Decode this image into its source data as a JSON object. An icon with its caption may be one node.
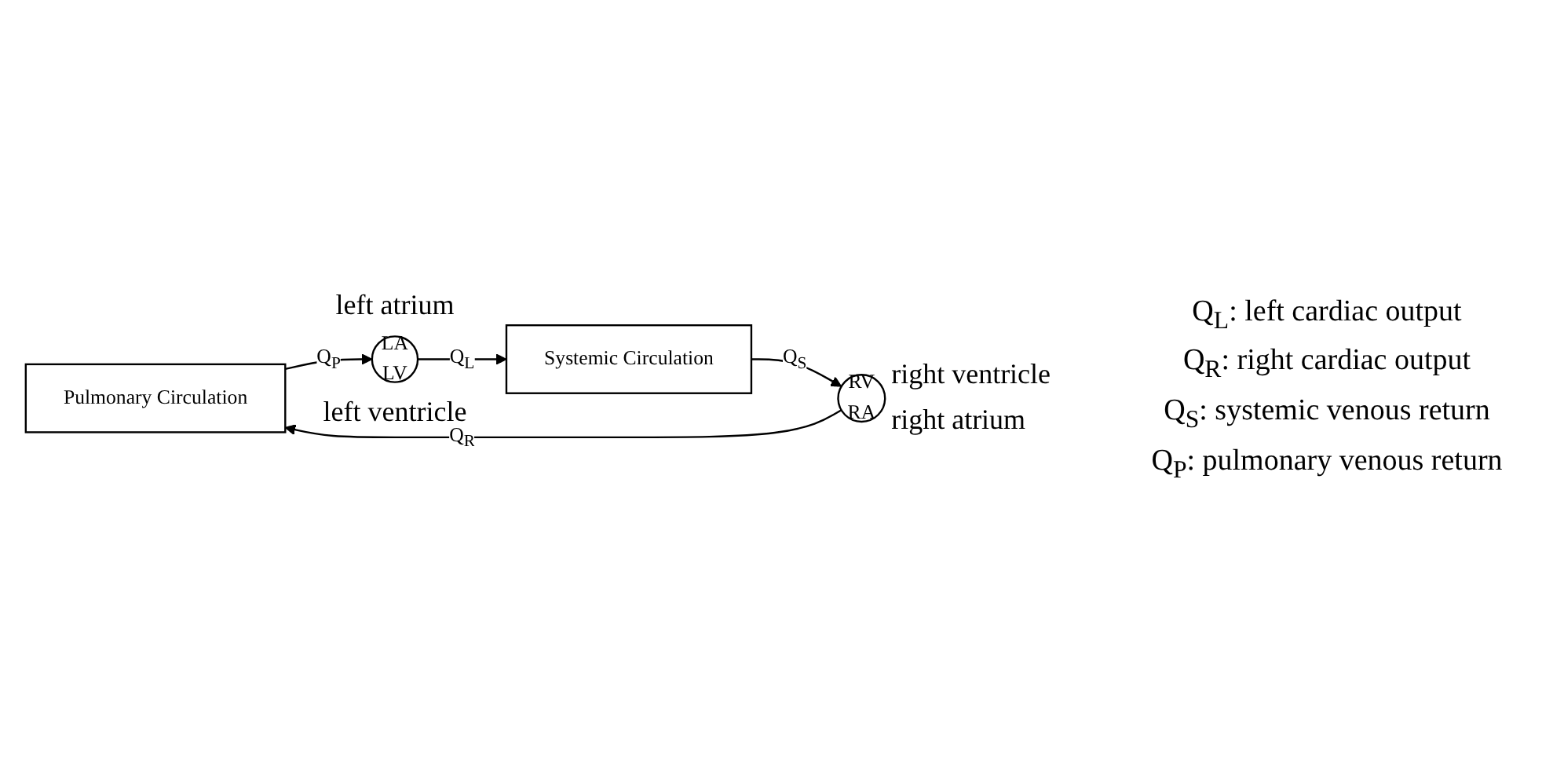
{
  "diagram": {
    "nodes": [
      {
        "text": [
          "Pulmonary Circulation"
        ]
      },
      {
        "text": [
          "RV",
          "RA"
        ],
        "beside": [
          "right ventricle",
          "right atrium"
        ]
      },
      {
        "text": [
          "LA",
          "LV"
        ],
        "beside": [
          "left atrium",
          "left ventricle"
        ]
      },
      {
        "text": [
          "Systemic Circulation"
        ]
      }
    ],
    "edges": [
      {
        "from": 1,
        "to": 0,
        "arrow": "to",
        "label": "Q$_{R}$"
      },
      {
        "from": 0,
        "to": 2,
        "arrow": "to",
        "label": "Q$_{P}$"
      },
      {
        "from": 2,
        "to": 3,
        "arrow": "to",
        "label": "Q$_{L}$"
      },
      {
        "from": 3,
        "to": 1,
        "arrow": "to",
        "label": "Q$_{S}$"
      }
    ],
    "labels": [
      "Q$_{L}$: left cardiac output",
      "Q$_{R}$: right cardiac output",
      "Q$_{S}$: systemic venous return",
      "Q$_{P}$: pulmonary venous return"
    ]
  }
}
